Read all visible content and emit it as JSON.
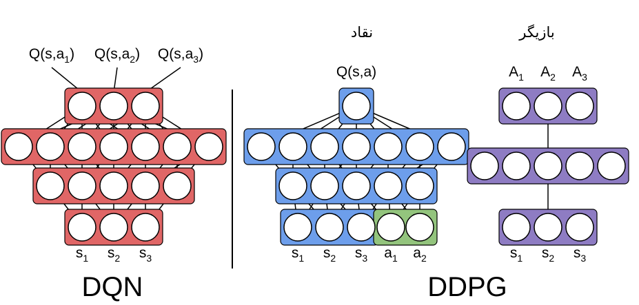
{
  "colors": {
    "dqn_fill": "#e06666",
    "critic_fill": "#6d9eeb",
    "action_input_fill": "#93c47d",
    "actor_fill": "#8e7cc3",
    "node_fill": "#ffffff",
    "stroke": "#000000"
  },
  "dqn": {
    "title": "DQN",
    "outputs": [
      {
        "base": "Q(s,a",
        "sub": "1",
        "tail": ")"
      },
      {
        "base": "Q(s,a",
        "sub": "2",
        "tail": ")"
      },
      {
        "base": "Q(s,a",
        "sub": "3",
        "tail": ")"
      }
    ],
    "layers": [
      3,
      7,
      5,
      3
    ],
    "inputs": [
      {
        "base": "s",
        "sub": "1"
      },
      {
        "base": "s",
        "sub": "2"
      },
      {
        "base": "s",
        "sub": "3"
      }
    ]
  },
  "ddpg": {
    "title": "DDPG",
    "critic": {
      "label": "نقاد",
      "output": "Q(s,a)",
      "layers": [
        1,
        7,
        5
      ],
      "state_inputs": [
        {
          "base": "s",
          "sub": "1"
        },
        {
          "base": "s",
          "sub": "2"
        },
        {
          "base": "s",
          "sub": "3"
        }
      ],
      "action_inputs": [
        {
          "base": "a",
          "sub": "1"
        },
        {
          "base": "a",
          "sub": "2"
        }
      ]
    },
    "actor": {
      "label": "بازیگر",
      "outputs": [
        {
          "base": "A",
          "sub": "1"
        },
        {
          "base": "A",
          "sub": "2"
        },
        {
          "base": "A",
          "sub": "3"
        }
      ],
      "layers": [
        3,
        5,
        3
      ],
      "inputs": [
        {
          "base": "s",
          "sub": "1"
        },
        {
          "base": "s",
          "sub": "2"
        },
        {
          "base": "s",
          "sub": "3"
        }
      ]
    }
  }
}
